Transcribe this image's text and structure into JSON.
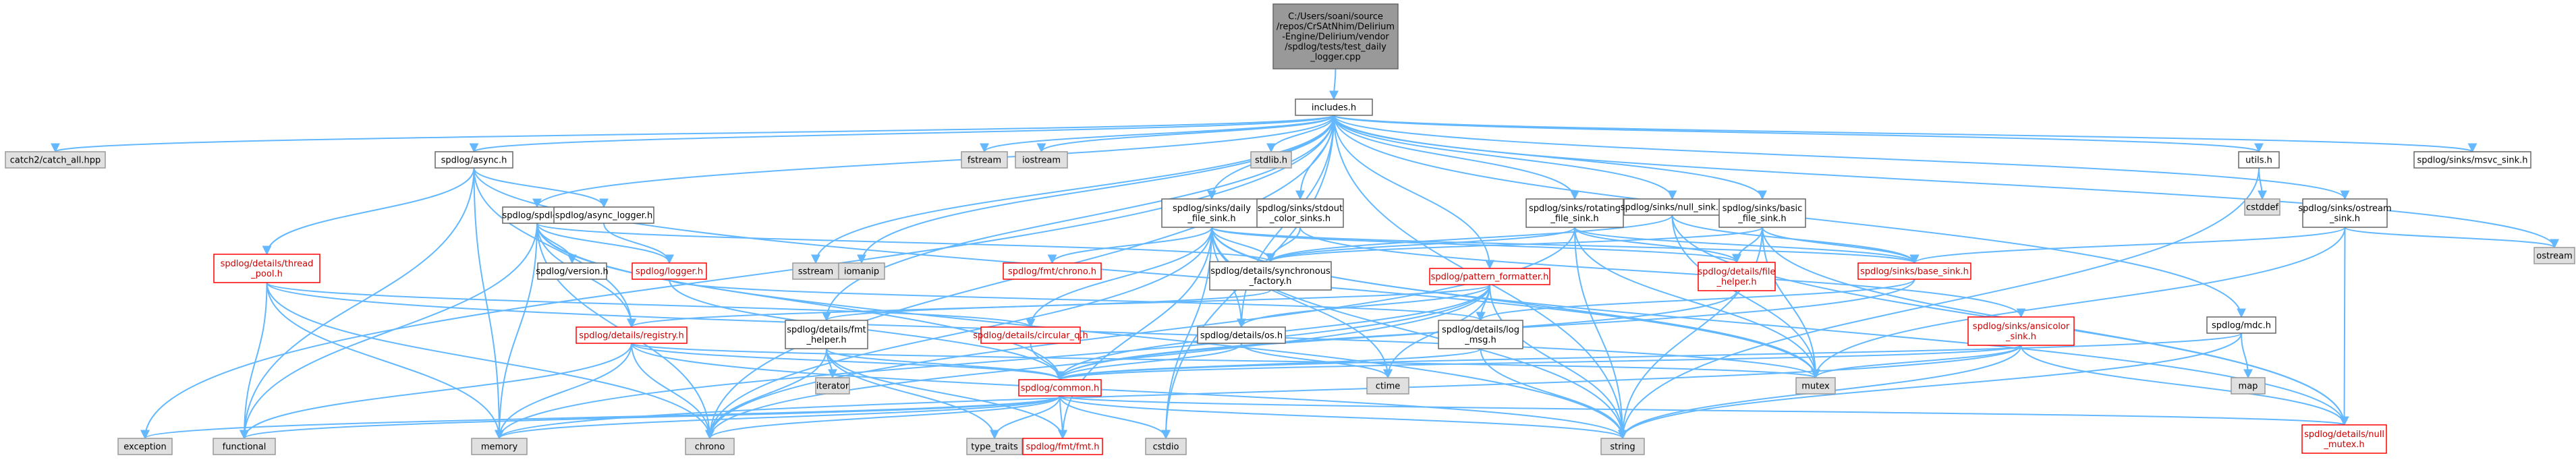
{
  "title_lines": [],
  "legend": {},
  "colors": {
    "edge": "#63b8ff",
    "root_fill": "#999999",
    "node_fill": "#ffffff",
    "external_fill": "#e0e0e0",
    "red_border": "#ff0000"
  },
  "nodes": [
    {
      "id": "root",
      "kind": "root",
      "lines": [
        "C:/Users/soani/source",
        "/repos/CrSAtNhim/Delirium",
        "-Engine/Delirium/vendor",
        "/spdlog/tests/test_daily",
        "_logger.cpp"
      ]
    },
    {
      "id": "includes",
      "kind": "main",
      "lines": [
        "includes.h"
      ]
    },
    {
      "id": "catch",
      "kind": "ext",
      "lines": [
        "catch2/catch_all.hpp"
      ]
    },
    {
      "id": "async",
      "kind": "main",
      "lines": [
        "spdlog/async.h"
      ]
    },
    {
      "id": "fstream",
      "kind": "ext",
      "lines": [
        "fstream"
      ]
    },
    {
      "id": "iostream",
      "kind": "ext",
      "lines": [
        "iostream"
      ]
    },
    {
      "id": "stdlib",
      "kind": "ext",
      "lines": [
        "stdlib.h"
      ]
    },
    {
      "id": "daily",
      "kind": "main",
      "lines": [
        "spdlog/sinks/daily",
        "_file_sink.h"
      ]
    },
    {
      "id": "stdout",
      "kind": "main",
      "lines": [
        "spdlog/sinks/stdout",
        "_color_sinks.h"
      ]
    },
    {
      "id": "rotating",
      "kind": "main",
      "lines": [
        "spdlog/sinks/rotating",
        "_file_sink.h"
      ]
    },
    {
      "id": "nullsink",
      "kind": "main",
      "lines": [
        "spdlog/sinks/null_sink.h"
      ]
    },
    {
      "id": "basic",
      "kind": "main",
      "lines": [
        "spdlog/sinks/basic",
        "_file_sink.h"
      ]
    },
    {
      "id": "utils",
      "kind": "main",
      "lines": [
        "utils.h"
      ]
    },
    {
      "id": "msvc",
      "kind": "main",
      "lines": [
        "spdlog/sinks/msvc_sink.h"
      ]
    },
    {
      "id": "cstddef",
      "kind": "ext",
      "lines": [
        "cstddef"
      ]
    },
    {
      "id": "ostreamsink",
      "kind": "main",
      "lines": [
        "spdlog/sinks/ostream",
        "_sink.h"
      ]
    },
    {
      "id": "spdlogh",
      "kind": "main",
      "lines": [
        "spdlog/spdlog.h"
      ]
    },
    {
      "id": "asynclogger",
      "kind": "main",
      "lines": [
        "spdlog/async_logger.h"
      ]
    },
    {
      "id": "threadpool",
      "kind": "red",
      "lines": [
        "spdlog/details/thread",
        "_pool.h"
      ]
    },
    {
      "id": "logger",
      "kind": "red",
      "lines": [
        "spdlog/logger.h"
      ]
    },
    {
      "id": "version",
      "kind": "main",
      "lines": [
        "spdlog/version.h"
      ]
    },
    {
      "id": "sstream",
      "kind": "ext",
      "lines": [
        "sstream"
      ]
    },
    {
      "id": "iomanip",
      "kind": "ext",
      "lines": [
        "iomanip"
      ]
    },
    {
      "id": "fmtchrono",
      "kind": "red",
      "lines": [
        "spdlog/fmt/chrono.h"
      ]
    },
    {
      "id": "syncfactory",
      "kind": "main",
      "lines": [
        "spdlog/details/synchronous",
        "_factory.h"
      ]
    },
    {
      "id": "patternfmt",
      "kind": "red",
      "lines": [
        "spdlog/pattern_formatter.h"
      ]
    },
    {
      "id": "filehelper",
      "kind": "red",
      "lines": [
        "spdlog/details/file",
        "_helper.h"
      ]
    },
    {
      "id": "basesink",
      "kind": "red",
      "lines": [
        "spdlog/sinks/base_sink.h"
      ]
    },
    {
      "id": "ostream",
      "kind": "ext",
      "lines": [
        "ostream"
      ]
    },
    {
      "id": "registry",
      "kind": "red",
      "lines": [
        "spdlog/details/registry.h"
      ]
    },
    {
      "id": "fmthelper",
      "kind": "main",
      "lines": [
        "spdlog/details/fmt",
        "_helper.h"
      ]
    },
    {
      "id": "circularq",
      "kind": "red",
      "lines": [
        "spdlog/details/circular_q.h"
      ]
    },
    {
      "id": "osh",
      "kind": "main",
      "lines": [
        "spdlog/details/os.h"
      ]
    },
    {
      "id": "logmsg",
      "kind": "main",
      "lines": [
        "spdlog/details/log",
        "_msg.h"
      ]
    },
    {
      "id": "ansicolor",
      "kind": "red",
      "lines": [
        "spdlog/sinks/ansicolor",
        "_sink.h"
      ]
    },
    {
      "id": "mdc",
      "kind": "main",
      "lines": [
        "spdlog/mdc.h"
      ]
    },
    {
      "id": "iterator",
      "kind": "ext",
      "lines": [
        "iterator"
      ]
    },
    {
      "id": "ctime",
      "kind": "ext",
      "lines": [
        "ctime"
      ]
    },
    {
      "id": "mutex",
      "kind": "ext",
      "lines": [
        "mutex"
      ]
    },
    {
      "id": "map",
      "kind": "ext",
      "lines": [
        "map"
      ]
    },
    {
      "id": "common",
      "kind": "red",
      "lines": [
        "spdlog/common.h"
      ]
    },
    {
      "id": "exception",
      "kind": "ext",
      "lines": [
        "exception"
      ]
    },
    {
      "id": "functional",
      "kind": "ext",
      "lines": [
        "functional"
      ]
    },
    {
      "id": "memory",
      "kind": "ext",
      "lines": [
        "memory"
      ]
    },
    {
      "id": "chrono",
      "kind": "ext",
      "lines": [
        "chrono"
      ]
    },
    {
      "id": "typetraits",
      "kind": "ext",
      "lines": [
        "type_traits"
      ]
    },
    {
      "id": "fmtfmt",
      "kind": "red",
      "lines": [
        "spdlog/fmt/fmt.h"
      ]
    },
    {
      "id": "cstdio",
      "kind": "ext",
      "lines": [
        "cstdio"
      ]
    },
    {
      "id": "string",
      "kind": "ext",
      "lines": [
        "string"
      ]
    },
    {
      "id": "nullmutex",
      "kind": "red",
      "lines": [
        "spdlog/details/null",
        "_mutex.h"
      ]
    }
  ],
  "edges": [
    [
      "root",
      "includes"
    ],
    [
      "includes",
      "catch"
    ],
    [
      "includes",
      "async"
    ],
    [
      "includes",
      "fstream"
    ],
    [
      "includes",
      "iostream"
    ],
    [
      "includes",
      "stdlib"
    ],
    [
      "includes",
      "daily"
    ],
    [
      "includes",
      "stdout"
    ],
    [
      "includes",
      "rotating"
    ],
    [
      "includes",
      "nullsink"
    ],
    [
      "includes",
      "basic"
    ],
    [
      "includes",
      "utils"
    ],
    [
      "includes",
      "msvc"
    ],
    [
      "includes",
      "ostreamsink"
    ],
    [
      "includes",
      "spdlogh"
    ],
    [
      "includes",
      "patternfmt"
    ],
    [
      "includes",
      "mdc"
    ],
    [
      "includes",
      "exception"
    ],
    [
      "includes",
      "chrono"
    ],
    [
      "includes",
      "sstream"
    ],
    [
      "includes",
      "iomanip"
    ],
    [
      "includes",
      "string"
    ],
    [
      "includes",
      "cstdio"
    ],
    [
      "includes",
      "ostream"
    ],
    [
      "includes",
      "fmthelper"
    ],
    [
      "includes",
      "osh"
    ],
    [
      "async",
      "asynclogger"
    ],
    [
      "async",
      "threadpool"
    ],
    [
      "async",
      "registry"
    ],
    [
      "async",
      "memory"
    ],
    [
      "async",
      "functional"
    ],
    [
      "async",
      "mutex"
    ],
    [
      "spdlogh",
      "version"
    ],
    [
      "spdlogh",
      "logger"
    ],
    [
      "spdlogh",
      "registry"
    ],
    [
      "spdlogh",
      "syncfactory"
    ],
    [
      "spdlogh",
      "common"
    ],
    [
      "spdlogh",
      "memory"
    ],
    [
      "spdlogh",
      "functional"
    ],
    [
      "spdlogh",
      "chrono"
    ],
    [
      "spdlogh",
      "string"
    ],
    [
      "asynclogger",
      "logger"
    ],
    [
      "threadpool",
      "mutex"
    ],
    [
      "threadpool",
      "memory"
    ],
    [
      "threadpool",
      "functional"
    ],
    [
      "threadpool",
      "chrono"
    ],
    [
      "threadpool",
      "circularq"
    ],
    [
      "logger",
      "common"
    ],
    [
      "logger",
      "logmsg"
    ],
    [
      "daily",
      "fmtchrono"
    ],
    [
      "daily",
      "syncfactory"
    ],
    [
      "daily",
      "filehelper"
    ],
    [
      "daily",
      "basesink"
    ],
    [
      "daily",
      "circularq"
    ],
    [
      "daily",
      "osh"
    ],
    [
      "daily",
      "fmtfmt"
    ],
    [
      "daily",
      "chrono"
    ],
    [
      "daily",
      "cstdio"
    ],
    [
      "daily",
      "ctime"
    ],
    [
      "daily",
      "mutex"
    ],
    [
      "daily",
      "string"
    ],
    [
      "daily",
      "nullmutex"
    ],
    [
      "stdout",
      "syncfactory"
    ],
    [
      "stdout",
      "ansicolor"
    ],
    [
      "rotating",
      "filehelper"
    ],
    [
      "rotating",
      "basesink"
    ],
    [
      "rotating",
      "syncfactory"
    ],
    [
      "rotating",
      "mutex"
    ],
    [
      "rotating",
      "string"
    ],
    [
      "rotating",
      "chrono"
    ],
    [
      "nullsink",
      "basesink"
    ],
    [
      "nullsink",
      "syncfactory"
    ],
    [
      "nullsink",
      "nullmutex"
    ],
    [
      "nullsink",
      "mutex"
    ],
    [
      "basic",
      "filehelper"
    ],
    [
      "basic",
      "basesink"
    ],
    [
      "basic",
      "syncfactory"
    ],
    [
      "basic",
      "nullmutex"
    ],
    [
      "basic",
      "mutex"
    ],
    [
      "basic",
      "string"
    ],
    [
      "utils",
      "cstddef"
    ],
    [
      "utils",
      "string"
    ],
    [
      "ostreamsink",
      "basesink"
    ],
    [
      "ostreamsink",
      "ostream"
    ],
    [
      "ostreamsink",
      "mutex"
    ],
    [
      "ostreamsink",
      "nullmutex"
    ],
    [
      "syncfactory",
      "registry"
    ],
    [
      "patternfmt",
      "common"
    ],
    [
      "patternfmt",
      "logmsg"
    ],
    [
      "patternfmt",
      "osh"
    ],
    [
      "patternfmt",
      "fmthelper"
    ],
    [
      "patternfmt",
      "chrono"
    ],
    [
      "patternfmt",
      "ctime"
    ],
    [
      "patternfmt",
      "memory"
    ],
    [
      "patternfmt",
      "string"
    ],
    [
      "filehelper",
      "common"
    ],
    [
      "basesink",
      "common"
    ],
    [
      "basesink",
      "logmsg"
    ],
    [
      "registry",
      "common"
    ],
    [
      "registry",
      "chrono"
    ],
    [
      "registry",
      "functional"
    ],
    [
      "registry",
      "memory"
    ],
    [
      "registry",
      "mutex"
    ],
    [
      "registry",
      "string"
    ],
    [
      "fmthelper",
      "iterator"
    ],
    [
      "fmthelper",
      "chrono"
    ],
    [
      "fmthelper",
      "typetraits"
    ],
    [
      "fmthelper",
      "fmtfmt"
    ],
    [
      "fmthelper",
      "common"
    ],
    [
      "circularq",
      "common"
    ],
    [
      "osh",
      "ctime"
    ],
    [
      "osh",
      "common"
    ],
    [
      "logmsg",
      "common"
    ],
    [
      "logmsg",
      "string"
    ],
    [
      "ansicolor",
      "common"
    ],
    [
      "ansicolor",
      "mutex"
    ],
    [
      "ansicolor",
      "string"
    ],
    [
      "ansicolor",
      "memory"
    ],
    [
      "ansicolor",
      "nullmutex"
    ],
    [
      "mdc",
      "map"
    ],
    [
      "mdc",
      "string"
    ],
    [
      "mdc",
      "common"
    ],
    [
      "common",
      "exception"
    ],
    [
      "common",
      "functional"
    ],
    [
      "common",
      "memory"
    ],
    [
      "common",
      "chrono"
    ],
    [
      "common",
      "typetraits"
    ],
    [
      "common",
      "fmtfmt"
    ],
    [
      "common",
      "cstdio"
    ],
    [
      "common",
      "string"
    ],
    [
      "common",
      "nullmutex"
    ]
  ]
}
